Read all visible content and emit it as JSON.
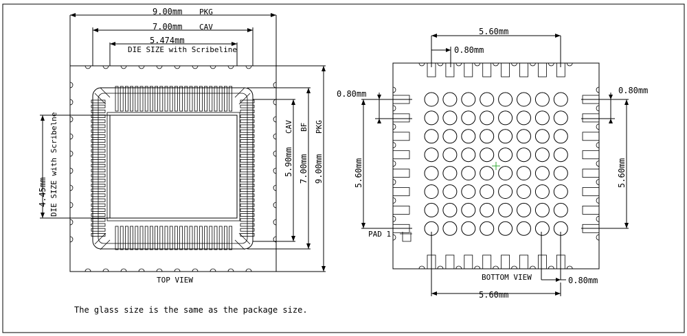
{
  "top_view": {
    "title": "TOP VIEW",
    "pkg_width_value": "9.00mm",
    "pkg_width_unit": "PKG",
    "cav_width_value": "7.00mm",
    "cav_width_unit": "CAV",
    "die_width_value": "5.474mm",
    "die_width_caption": "DIE SIZE with Scribeline",
    "die_height_value": "4.45mm",
    "die_height_caption": "DIE SIZE with Scribelne",
    "cav_height_value": "5.90mm",
    "cav_height_unit": "CAV",
    "bf_height_value": "7.00mm",
    "bf_height_unit": "BF",
    "pkg_height_value": "9.00mm",
    "pkg_height_unit": "PKG"
  },
  "bottom_view": {
    "title": "BOTTOM VIEW",
    "top_span": "5.60mm",
    "top_pitch": "0.80mm",
    "left_pitch": "0.80mm",
    "left_span": "5.60mm",
    "right_pitch": "0.80mm",
    "right_span": "5.60mm",
    "bottom_span": "5.60mm",
    "bottom_pitch": "0.80mm",
    "pad_label": "PAD 1",
    "ball_rows": 8,
    "ball_cols": 8
  },
  "note": "The glass size is the same as the package size."
}
